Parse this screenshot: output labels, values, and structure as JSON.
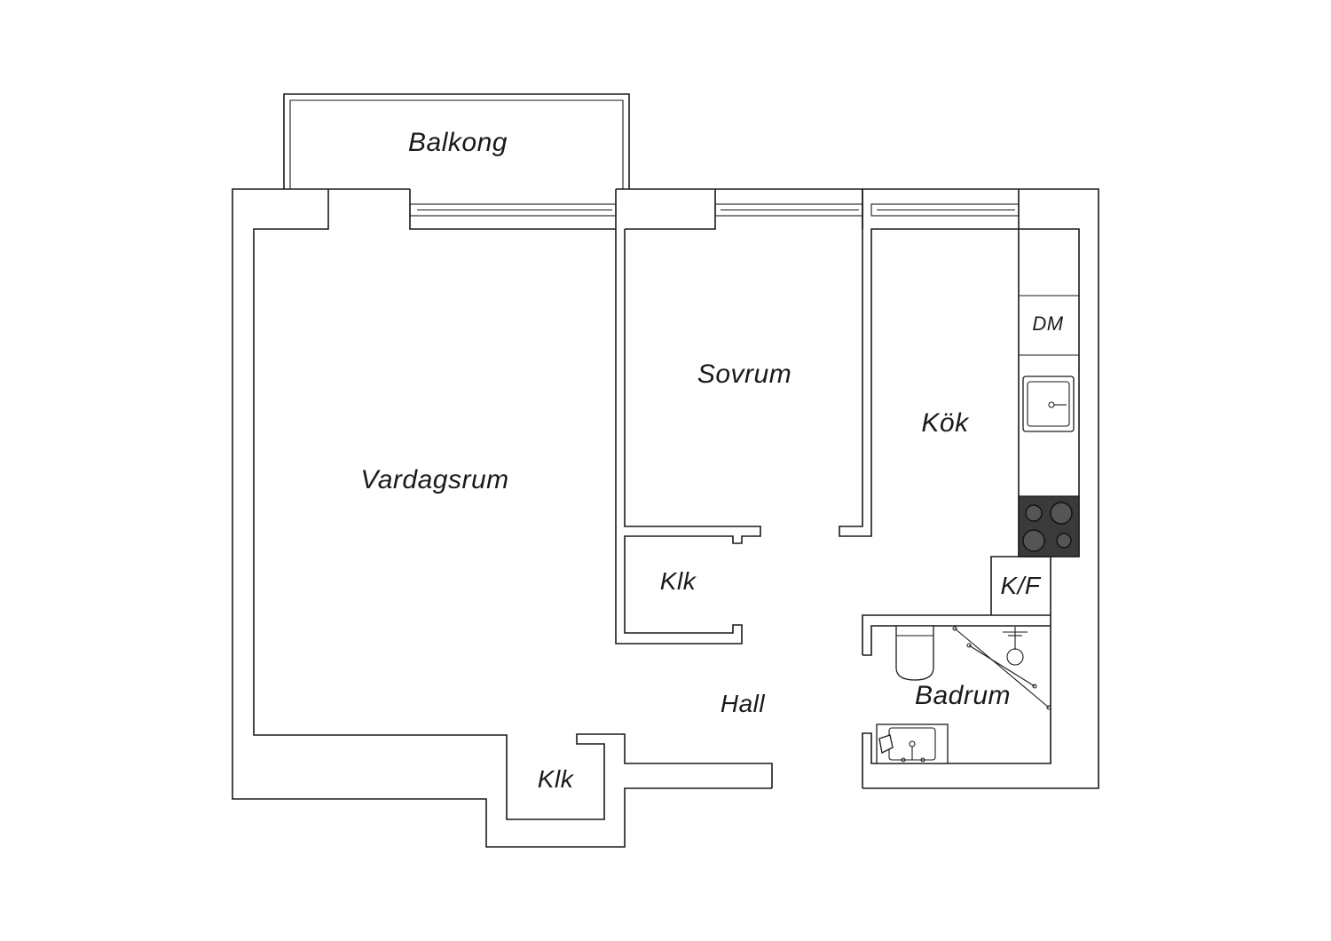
{
  "rooms": {
    "balcony": "Balkong",
    "living_room": "Vardagsrum",
    "bedroom": "Sovrum",
    "kitchen": "Kök",
    "dishwasher": "DM",
    "fridge_freezer": "K/F",
    "closet_bedroom": "Klk",
    "closet_living": "Klk",
    "hall": "Hall",
    "bathroom": "Badrum"
  }
}
